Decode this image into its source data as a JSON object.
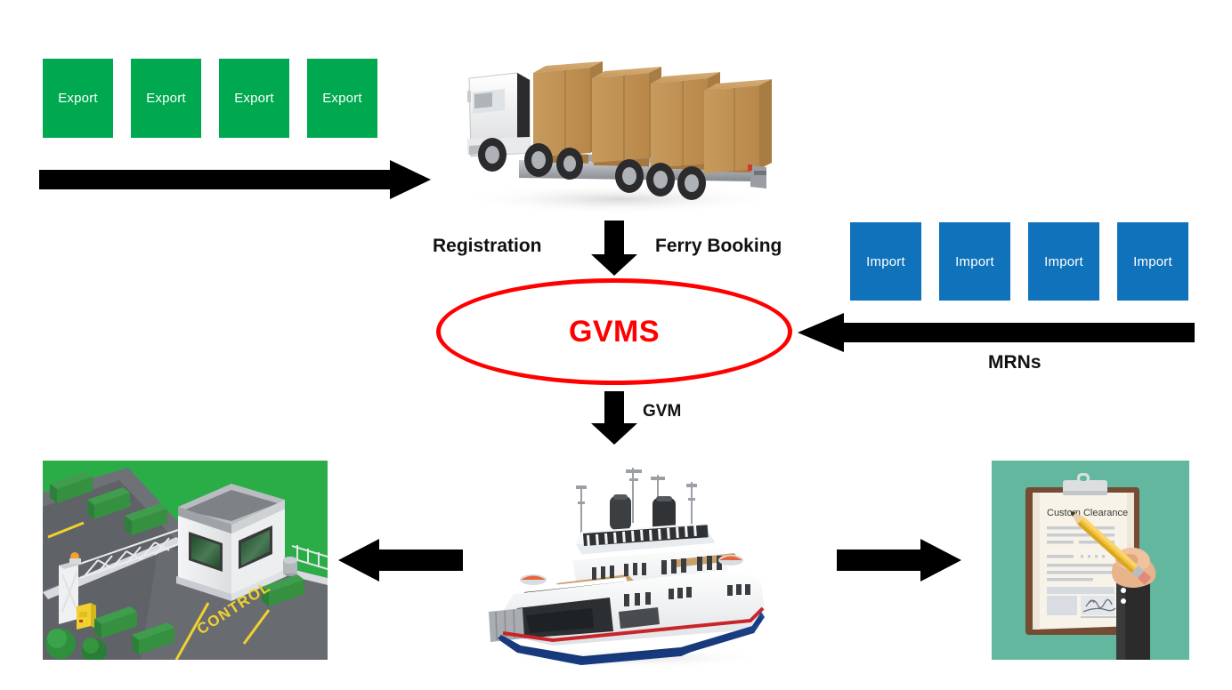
{
  "diagram": {
    "title": "GVMS goods movement flow",
    "hub": {
      "label": "GVMS",
      "color": "#FF0000"
    },
    "colors": {
      "export_box": "#00A94F",
      "import_box": "#1072BA",
      "arrow": "#000000",
      "hub_outline": "#FF0000",
      "background": "#FFFFFF"
    },
    "export_boxes": [
      {
        "label": "Export"
      },
      {
        "label": "Export"
      },
      {
        "label": "Export"
      },
      {
        "label": "Export"
      }
    ],
    "import_boxes": [
      {
        "label": "Import"
      },
      {
        "label": "Import"
      },
      {
        "label": "Import"
      },
      {
        "label": "Import"
      }
    ],
    "labels": {
      "registration": "Registration",
      "ferry_booking": "Ferry Booking",
      "mrns": "MRNs",
      "gvm": "GVM"
    },
    "pictures": {
      "truck": {
        "name": "articulated-lorry-with-cardboard-boxes"
      },
      "border_control": {
        "name": "border-control-checkpoint",
        "road_text": "CONTROL"
      },
      "ferry": {
        "name": "roro-ferry-ship"
      },
      "customs": {
        "name": "customs-clearance-clipboard",
        "document_title": "Custom Clearance"
      }
    },
    "arrows": [
      {
        "name": "export-to-truck-arrow",
        "direction": "right"
      },
      {
        "name": "truck-to-gvms-arrow",
        "direction": "down"
      },
      {
        "name": "import-to-gvms-arrow",
        "direction": "left"
      },
      {
        "name": "gvms-to-ferry-arrow",
        "direction": "down"
      },
      {
        "name": "ferry-to-border-control-arrow",
        "direction": "left"
      },
      {
        "name": "ferry-to-customs-arrow",
        "direction": "right"
      }
    ]
  }
}
